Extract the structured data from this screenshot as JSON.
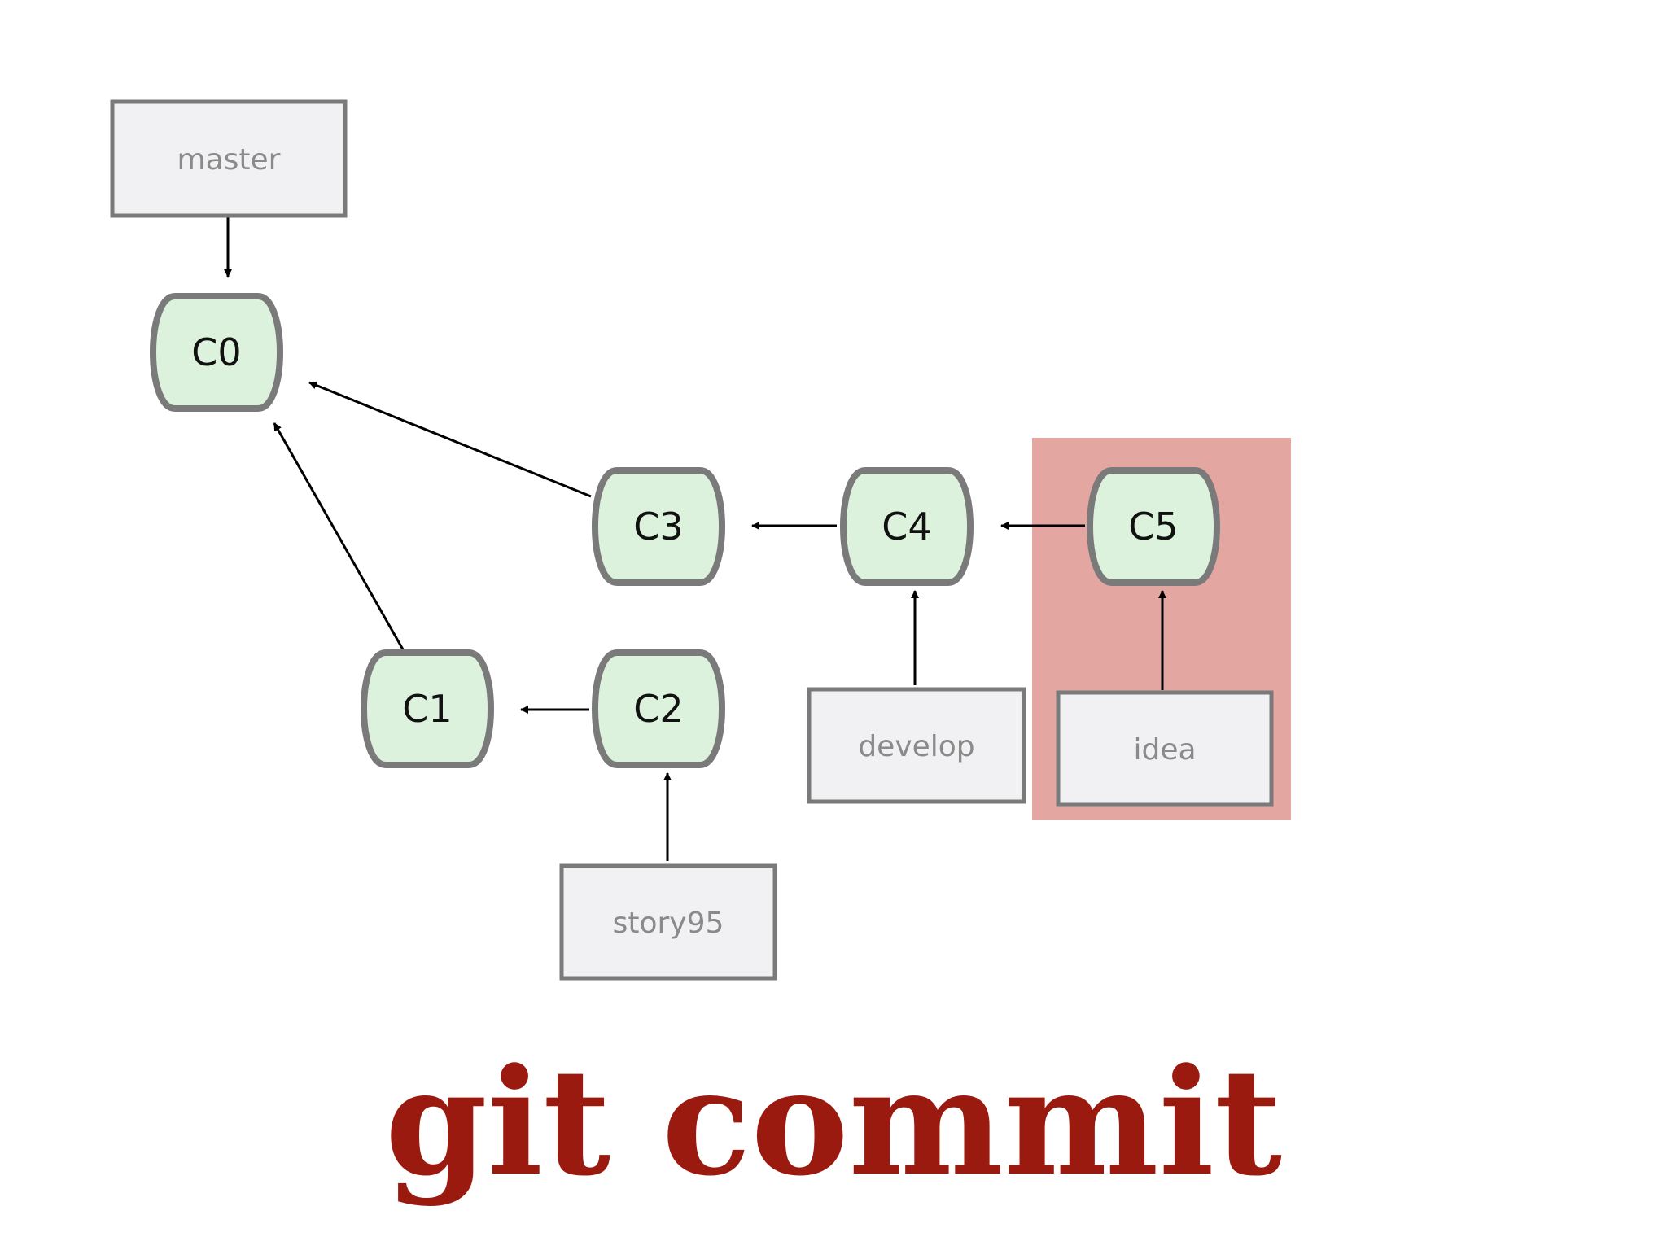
{
  "colors": {
    "commit_fill": "#dcf2dd",
    "commit_stroke": "#7a7a7a",
    "branch_fill": "#f1f0f2",
    "branch_stroke": "#7a7a7a",
    "highlight": "#e3a6a0",
    "arrow": "#000000",
    "title": "#9b1a10"
  },
  "commits": [
    {
      "id": "c0",
      "label": "C0"
    },
    {
      "id": "c1",
      "label": "C1"
    },
    {
      "id": "c2",
      "label": "C2"
    },
    {
      "id": "c3",
      "label": "C3"
    },
    {
      "id": "c4",
      "label": "C4"
    },
    {
      "id": "c5",
      "label": "C5"
    }
  ],
  "branches": [
    {
      "id": "master",
      "label": "master"
    },
    {
      "id": "develop",
      "label": "develop"
    },
    {
      "id": "idea",
      "label": "idea"
    },
    {
      "id": "story95",
      "label": "story95"
    }
  ],
  "title": "git commit"
}
